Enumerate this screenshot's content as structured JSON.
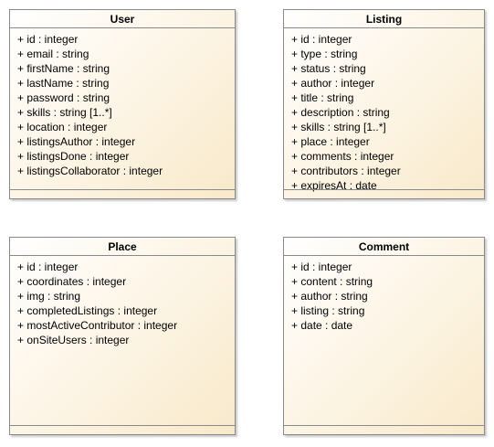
{
  "classes": {
    "user": {
      "name": "User",
      "attributes": [
        "+ id : integer",
        "+ email : string",
        "+ firstName : string",
        "+ lastName : string",
        "+ password : string",
        "+ skills : string [1..*]",
        "+ location : integer",
        "+ listingsAuthor : integer",
        "+ listingsDone : integer",
        "+ listingsCollaborator : integer"
      ]
    },
    "listing": {
      "name": "Listing",
      "attributes": [
        "+ id : integer",
        "+ type : string",
        "+ status : string",
        "+ author : integer",
        "+ title : string",
        "+ description : string",
        "+ skills : string [1..*]",
        "+ place : integer",
        "+ comments : integer",
        "+ contributors : integer",
        "+ expiresAt : date"
      ]
    },
    "place": {
      "name": "Place",
      "attributes": [
        "+ id : integer",
        "+ coordinates : integer",
        "+ img : string",
        "+ completedListings : integer",
        "+ mostActiveContributor : integer",
        "+ onSiteUsers : integer"
      ]
    },
    "comment": {
      "name": "Comment",
      "attributes": [
        "+ id : integer",
        "+ content : string",
        "+ author : string",
        "+ listing : string",
        "+ date : date"
      ]
    }
  }
}
